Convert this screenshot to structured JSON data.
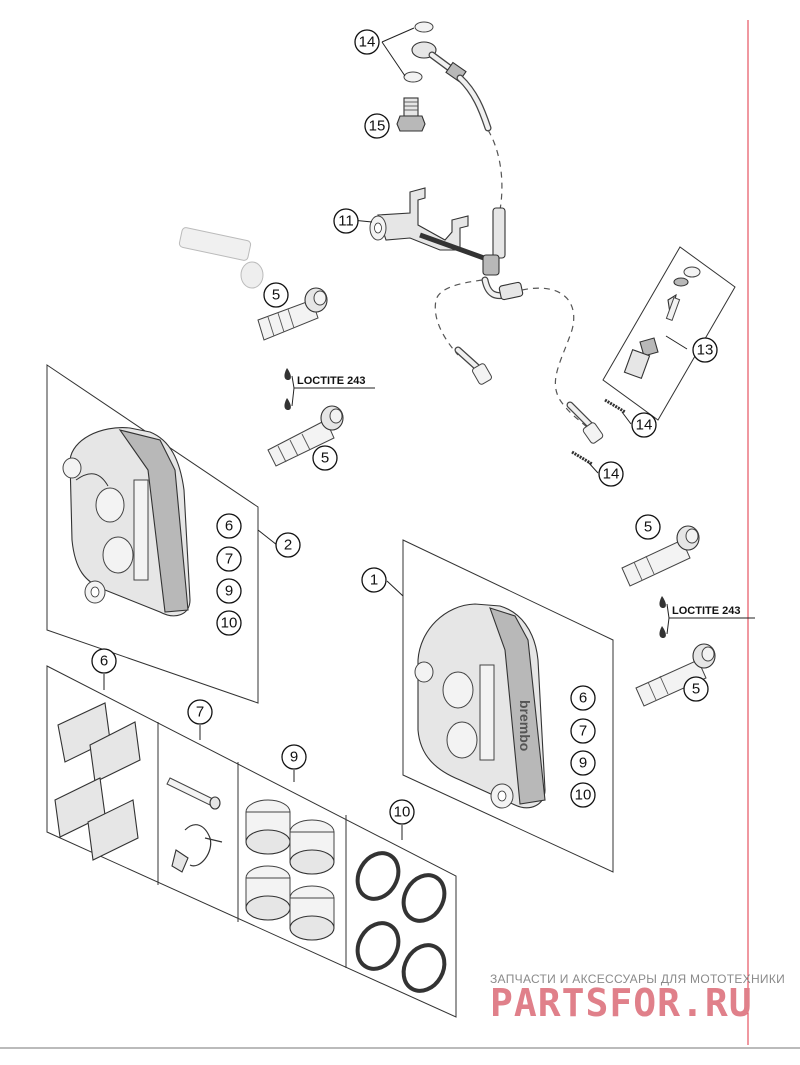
{
  "callouts": {
    "c14a": "14",
    "c15": "15",
    "c11": "11",
    "c13": "13",
    "c14b": "14",
    "c14c": "14",
    "c5a": "5",
    "c5b": "5",
    "c5c": "5",
    "c5d": "5",
    "c2": "2",
    "c6a": "6",
    "c7a": "7",
    "c9a": "9",
    "c10a": "10",
    "c1": "1",
    "c6b": "6",
    "c7b": "7",
    "c9b": "9",
    "c10b": "10",
    "c6c": "6",
    "c7c": "7",
    "c9c": "9",
    "c10c": "10"
  },
  "notes": {
    "loctite_left": "LOCTITE 243",
    "loctite_right": "LOCTITE 243"
  },
  "caliper_brand": "brembo",
  "watermark": {
    "tagline": "ЗАПЧАСТИ И АКСЕССУАРЫ ДЛЯ МОТОТЕХНИКИ",
    "brand": "PARTSFOR.RU"
  },
  "colors": {
    "border_right": "#e03040",
    "watermark_brand": "#e0808a",
    "watermark_text": "#8a8a8a"
  }
}
